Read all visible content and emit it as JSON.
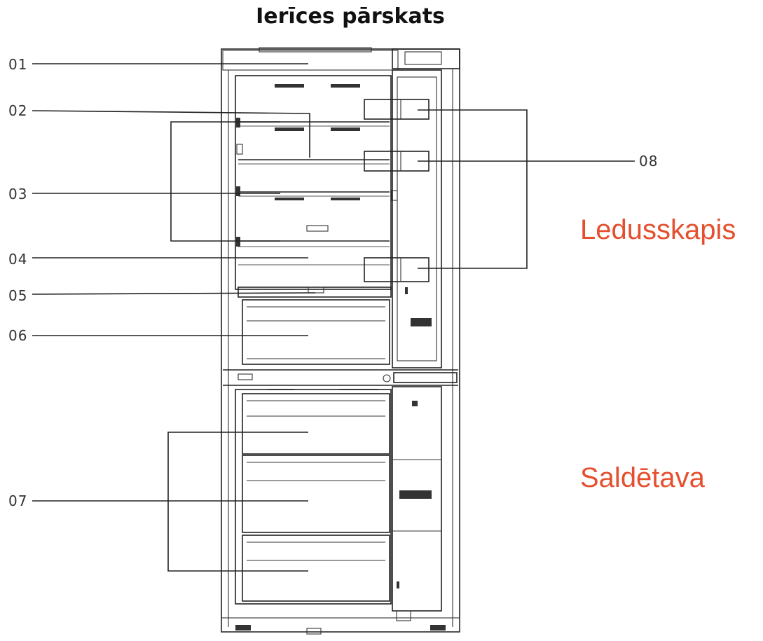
{
  "title": "Ierīces pārskats",
  "callouts": {
    "c01": "01",
    "c02": "02",
    "c03": "03",
    "c04": "04",
    "c05": "05",
    "c06": "06",
    "c07": "07",
    "c08": "08"
  },
  "zones": {
    "fridge": "Ledusskapis",
    "freezer": "Saldētava"
  },
  "colors": {
    "zone_label": "#e4502f",
    "line": "#222222"
  }
}
